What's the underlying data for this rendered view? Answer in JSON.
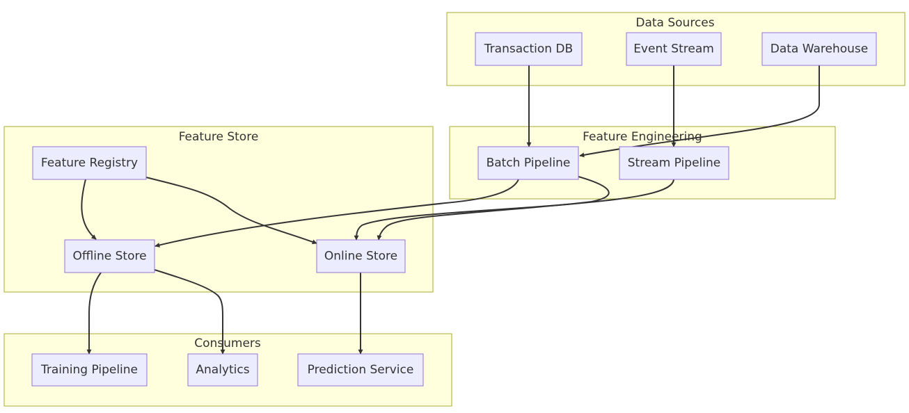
{
  "diagram": {
    "type": "flowchart",
    "colors": {
      "cluster_fill": "#ffffde",
      "cluster_stroke": "#aaaa33",
      "node_fill": "#ececff",
      "node_stroke": "#9370db",
      "edge": "#333333",
      "text": "#333333"
    },
    "clusters": {
      "data_sources": {
        "label": "Data Sources"
      },
      "feature_engineering": {
        "label": "Feature Engineering"
      },
      "feature_store": {
        "label": "Feature Store"
      },
      "consumers": {
        "label": "Consumers"
      }
    },
    "nodes": {
      "transaction_db": {
        "label": "Transaction DB"
      },
      "event_stream": {
        "label": "Event Stream"
      },
      "data_warehouse": {
        "label": "Data Warehouse"
      },
      "batch_pipeline": {
        "label": "Batch Pipeline"
      },
      "stream_pipeline": {
        "label": "Stream Pipeline"
      },
      "feature_registry": {
        "label": "Feature Registry"
      },
      "offline_store": {
        "label": "Offline Store"
      },
      "online_store": {
        "label": "Online Store"
      },
      "training_pipeline": {
        "label": "Training Pipeline"
      },
      "analytics": {
        "label": "Analytics"
      },
      "prediction_service": {
        "label": "Prediction Service"
      }
    },
    "edges": [
      {
        "from": "Transaction DB",
        "to": "Batch Pipeline"
      },
      {
        "from": "Event Stream",
        "to": "Stream Pipeline"
      },
      {
        "from": "Data Warehouse",
        "to": "Batch Pipeline"
      },
      {
        "from": "Batch Pipeline",
        "to": "Offline Store"
      },
      {
        "from": "Batch Pipeline",
        "to": "Online Store"
      },
      {
        "from": "Stream Pipeline",
        "to": "Online Store"
      },
      {
        "from": "Feature Registry",
        "to": "Offline Store"
      },
      {
        "from": "Feature Registry",
        "to": "Online Store"
      },
      {
        "from": "Offline Store",
        "to": "Training Pipeline"
      },
      {
        "from": "Offline Store",
        "to": "Analytics"
      },
      {
        "from": "Online Store",
        "to": "Prediction Service"
      }
    ]
  }
}
